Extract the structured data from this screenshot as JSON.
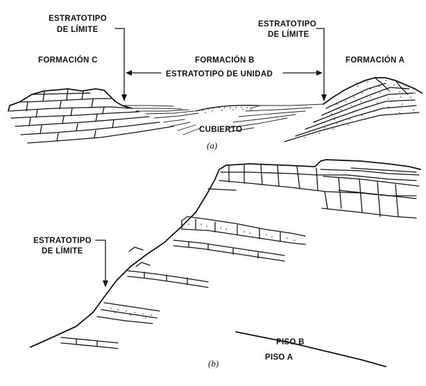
{
  "panel_a": {
    "boundary_left": [
      "ESTRATOTIPO",
      "DE LÍMITE"
    ],
    "boundary_right": [
      "ESTRATOTIPO",
      "DE LÍMITE"
    ],
    "formation_c": "FORMACIÓN C",
    "formation_b": "FORMACIÓN B",
    "formation_a": "FORMACIÓN A",
    "unit_stratotype": "ESTRATOTIPO DE UNIDAD",
    "covered": "CUBIERTO",
    "caption": "(a)"
  },
  "panel_b": {
    "boundary": [
      "ESTRATOTIPO",
      "DE LÍMITE"
    ],
    "stage_b": "PISO B",
    "stage_a": "PISO A",
    "caption": "(b)"
  }
}
